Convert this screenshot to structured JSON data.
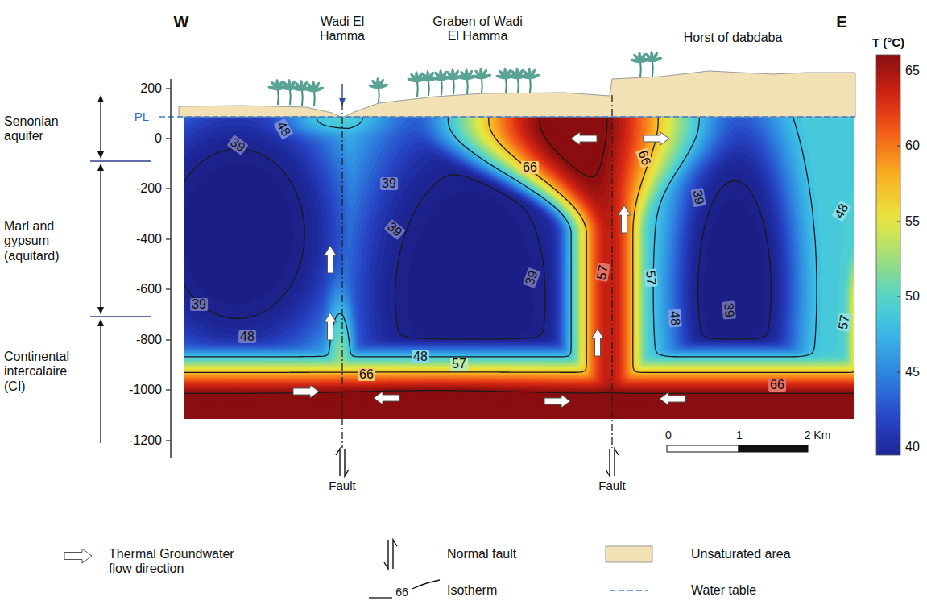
{
  "diagram": {
    "labels": [
      "W",
      "Wadi El Hamma",
      "Graben of Wadi El Hamma",
      "Horst of dabdaba",
      "E",
      "T (°C)",
      "65",
      "60",
      "55",
      "50",
      "45",
      "40",
      "200",
      "0",
      "-200",
      "-400",
      "-600",
      "-800",
      "-1000",
      "-1200",
      "Senonian aquifer",
      "Marl and gypsum (aquitard)",
      "Continental intercalaire (CI)",
      "PL",
      "39",
      "48",
      "66",
      "66",
      "39",
      "39",
      "39",
      "48",
      "57",
      "39",
      "57",
      "39",
      "48",
      "57",
      "48",
      "39",
      "48",
      "57",
      "66",
      "66",
      "Fault",
      "Fault",
      "0",
      "1",
      "2 Km",
      "66"
    ],
    "legend": [
      {
        "text": "Thermal Groundwater flow direction"
      },
      {
        "text": "Normal fault"
      },
      {
        "text": "Unsaturated area",
        "color": "#f1e1b5"
      },
      {
        "text": "Isotherm"
      },
      {
        "text": "Water table"
      }
    ]
  }
}
